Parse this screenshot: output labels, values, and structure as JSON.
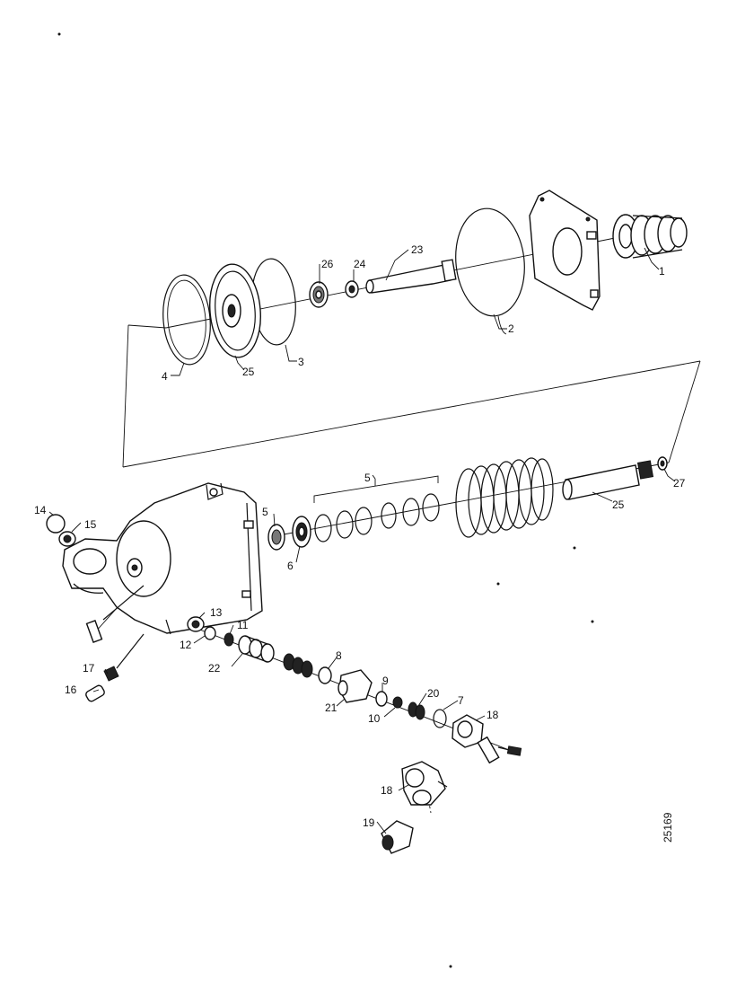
{
  "diagram": {
    "drawing_number": "25169",
    "labels": {
      "p1": "1",
      "p2": "2",
      "p3": "3",
      "p4": "4",
      "p5a": "5",
      "p5b": "5",
      "p6": "6",
      "p7": "7",
      "p8": "8",
      "p9": "9",
      "p10": "10",
      "p11": "11",
      "p12": "12",
      "p13": "13",
      "p14": "14",
      "p15": "15",
      "p16": "16",
      "p17": "17",
      "p18a": "18",
      "p18b": "18",
      "p19": "19",
      "p20": "20",
      "p21": "21",
      "p22": "22",
      "p23": "23",
      "p24": "24",
      "p25a": "25",
      "p25b": "25",
      "p26": "26",
      "p27": "27"
    }
  }
}
